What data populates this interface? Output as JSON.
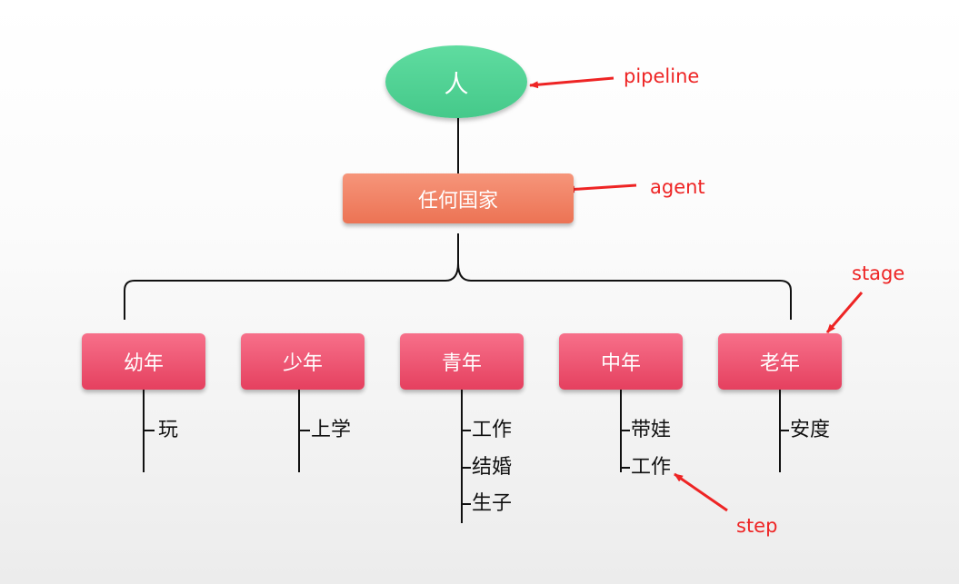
{
  "root": {
    "label": "人"
  },
  "agent": {
    "label": "任何国家"
  },
  "stages": [
    {
      "label": "幼年",
      "steps": [
        "玩"
      ]
    },
    {
      "label": "少年",
      "steps": [
        "上学"
      ]
    },
    {
      "label": "青年",
      "steps": [
        "工作",
        "结婚",
        "生子"
      ]
    },
    {
      "label": "中年",
      "steps": [
        "带娃",
        "工作"
      ]
    },
    {
      "label": "老年",
      "steps": [
        "安度"
      ]
    }
  ],
  "annotations": {
    "pipeline": "pipeline",
    "agent": "agent",
    "stage": "stage",
    "step": "step"
  },
  "colors": {
    "root": "#4ccf91",
    "agent": "#f08062",
    "stage": "#ec5470",
    "annotation": "#ee2424",
    "connector": "#111111"
  }
}
